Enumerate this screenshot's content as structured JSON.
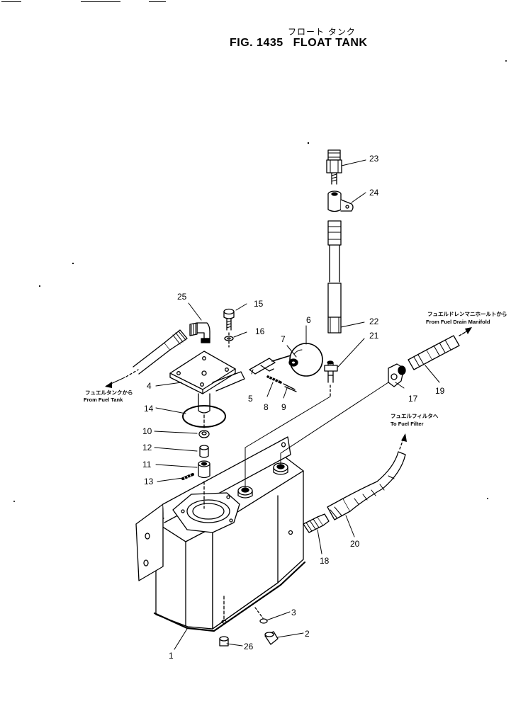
{
  "title": {
    "japanese": "フロート タンク",
    "figure": "FIG. 1435",
    "name": "FLOAT TANK"
  },
  "parts": [
    {
      "no": "1"
    },
    {
      "no": "2"
    },
    {
      "no": "3"
    },
    {
      "no": "4"
    },
    {
      "no": "5"
    },
    {
      "no": "6"
    },
    {
      "no": "7"
    },
    {
      "no": "8"
    },
    {
      "no": "9"
    },
    {
      "no": "10"
    },
    {
      "no": "11"
    },
    {
      "no": "12"
    },
    {
      "no": "13"
    },
    {
      "no": "14"
    },
    {
      "no": "15"
    },
    {
      "no": "16"
    },
    {
      "no": "17"
    },
    {
      "no": "18"
    },
    {
      "no": "19"
    },
    {
      "no": "20"
    },
    {
      "no": "21"
    },
    {
      "no": "22"
    },
    {
      "no": "23"
    },
    {
      "no": "24"
    },
    {
      "no": "25"
    },
    {
      "no": "26"
    }
  ],
  "notes": {
    "from_fuel_tank_jp": "フュエルタンクから",
    "from_fuel_tank_en": "From Fuel Tank",
    "from_drain_jp": "フュエルドレンマニホールトから",
    "from_drain_en": "From Fuel Drain Manifold",
    "to_filter_jp": "フュエルフィルタへ",
    "to_filter_en": "To Fuel Filter"
  }
}
